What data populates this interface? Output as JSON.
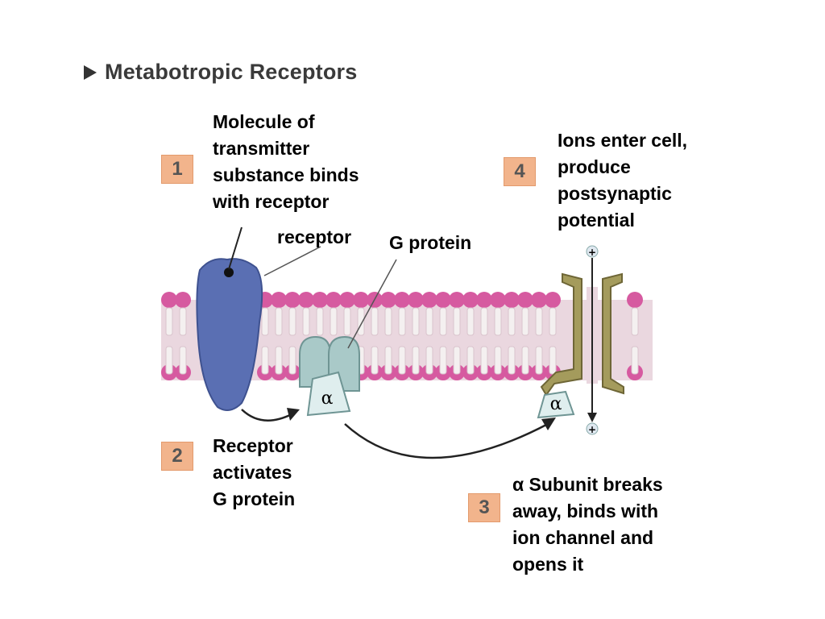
{
  "heading": {
    "text": "Metabotropic Receptors",
    "icon": "triangle-bullet-icon"
  },
  "steps": [
    {
      "number": "1",
      "caption": [
        "Molecule of",
        "transmitter",
        "substance binds",
        "with receptor"
      ]
    },
    {
      "number": "2",
      "caption": [
        "Receptor",
        "activates",
        "G protein"
      ]
    },
    {
      "number": "3",
      "caption": [
        "α Subunit breaks",
        "away, binds with",
        "ion channel and",
        "opens it"
      ]
    },
    {
      "number": "4",
      "caption": [
        "Ions enter cell,",
        "produce",
        "postsynaptic",
        "potential"
      ]
    }
  ],
  "labels": {
    "receptor": "receptor",
    "g_protein": "G protein",
    "alpha": "α"
  },
  "colors": {
    "membrane": "#d65aa0",
    "membrane_inner": "#ead7df",
    "receptor": "#5a6fb3",
    "g_protein": "#a9c9c8",
    "alpha_subunit": "#dfeeee",
    "ion_channel": "#a49b5c",
    "step_box": "#f2b48c"
  }
}
